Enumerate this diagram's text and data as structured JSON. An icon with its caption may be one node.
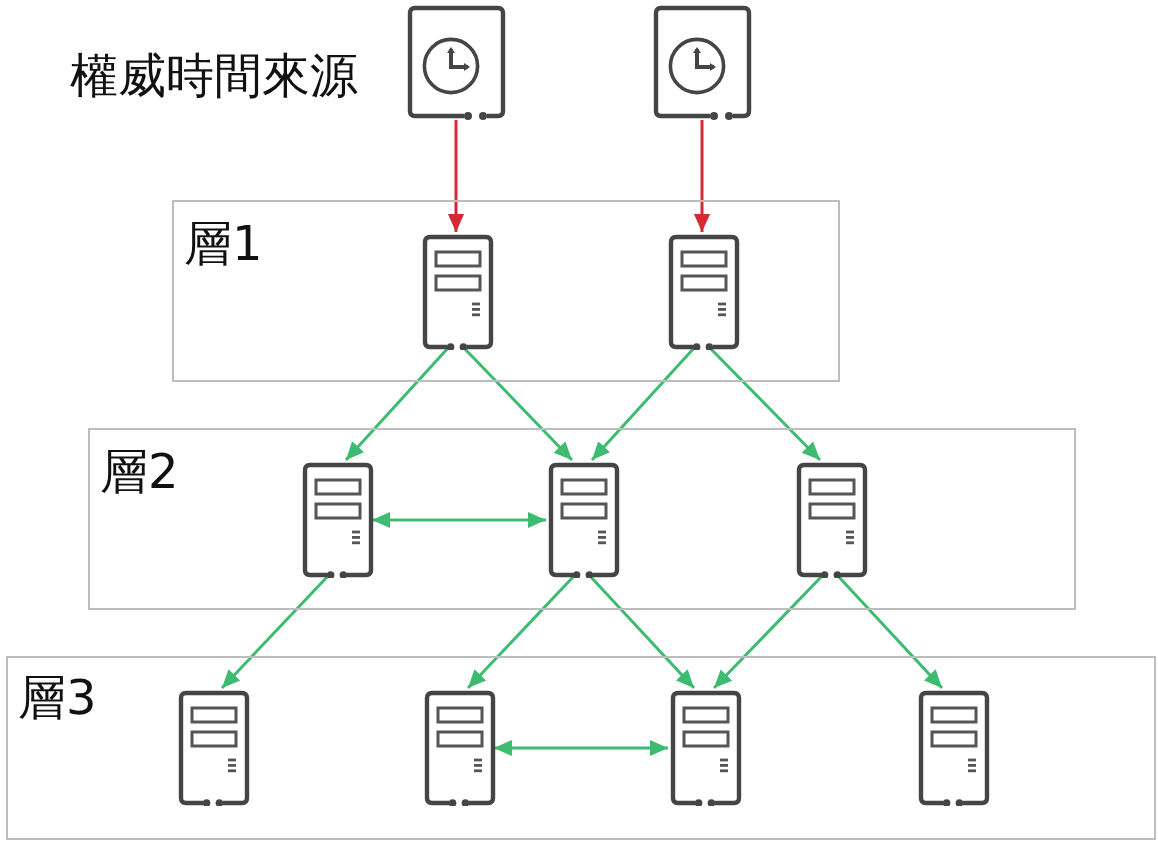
{
  "diagram": {
    "nodes": [
      {
        "text": [],
        "shape": "clock"
      },
      {
        "text": [],
        "shape": "clock"
      },
      {
        "text": [
          "層1"
        ]
      },
      {
        "text": [],
        "shape": "server",
        "in": 2
      },
      {
        "text": [],
        "shape": "server",
        "in": 2
      },
      {
        "text": [
          "層2"
        ]
      },
      {
        "text": [],
        "shape": "server",
        "in": 5
      },
      {
        "text": [],
        "shape": "server",
        "in": 5
      },
      {
        "text": [],
        "shape": "server",
        "in": 5
      },
      {
        "text": [
          "層3"
        ]
      },
      {
        "text": [],
        "shape": "server",
        "in": 9
      },
      {
        "text": [],
        "shape": "server",
        "in": 9
      },
      {
        "text": [],
        "shape": "server",
        "in": 9
      },
      {
        "text": [],
        "shape": "server",
        "in": 9
      }
    ],
    "edges": [
      {
        "from": 0,
        "to": 3,
        "arrow": "to",
        "color": "#d42a36"
      },
      {
        "from": 1,
        "to": 4,
        "arrow": "to",
        "color": "#d42a36"
      },
      {
        "from": 3,
        "to": 6,
        "arrow": "to"
      },
      {
        "from": 3,
        "to": 7,
        "arrow": "to"
      },
      {
        "from": 4,
        "to": 7,
        "arrow": "to"
      },
      {
        "from": 4,
        "to": 8,
        "arrow": "to"
      },
      {
        "from": 6,
        "to": 7,
        "arrow": "both"
      },
      {
        "from": 6,
        "to": 10,
        "arrow": "to"
      },
      {
        "from": 7,
        "to": 11,
        "arrow": "to"
      },
      {
        "from": 7,
        "to": 12,
        "arrow": "to"
      },
      {
        "from": 8,
        "to": 12,
        "arrow": "to"
      },
      {
        "from": 8,
        "to": 13,
        "arrow": "to"
      },
      {
        "from": 11,
        "to": 12,
        "arrow": "both"
      }
    ],
    "labels": [
      "權威時間來源"
    ]
  }
}
